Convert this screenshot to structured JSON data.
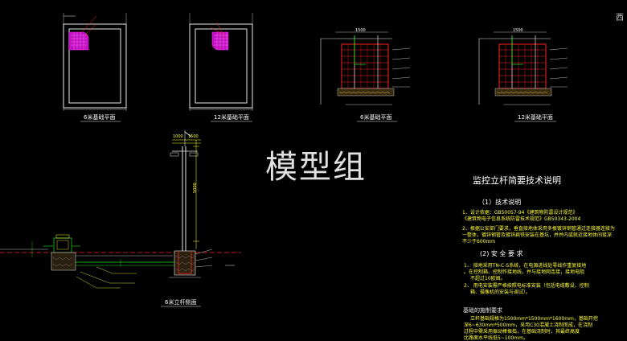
{
  "watermark": "模型组",
  "corner_glyph": "西",
  "plan_captions": [
    "6米基础平面",
    "12米基础平面",
    "6米基础平面",
    "12米基础平面"
  ],
  "elevation_caption": "6米立杆侧面",
  "dims": {
    "base": "1500",
    "pole_h": "5000",
    "top1": "1000",
    "top2": "1500"
  },
  "notes": {
    "title": "监控立杆简要技术说明",
    "section1": "（1）技术说明",
    "s1_lines": [
      "1、设计依据：GB50057-94《建筑物防雷设计规范》",
      "《建筑物电子信息系统防雷技术规范》GB50343-2004",
      "2、根据公安部门要求，垂直接地体采用多根镀锌钢管通过连接器连接为",
      "一整体，镀锌钢管及镀锌扁铁安装在基坑，并并内或就近接地体间接深",
      "不少于600mm"
    ],
    "section2": "(2)    安  全  要  求",
    "s2_lines": [
      "1、    接地采用TN-C-S系统，在电源进线处零线作重复接地",
      "。在控制箱、控制作接地线，并与接地网连接，接地电阻",
      "不超过10欧姆。",
      "2、    用电安装需严格按照电标准安装（包括电缆敷设、控制",
      "箱、摄像机的安装与调试）。"
    ],
    "section3": "基础的施制要求",
    "s3_lines": [
      "立杆基础规格为1500mm*1500mm*1600mm，基础开挖",
      "深6~630mm*500mm，采用C30混凝土浇制而成，在浇制",
      "过程中需采用振动棒振捣，在基础浇制时，其最终高度",
      "比路面水平线低5~100mm。"
    ]
  },
  "colors": {
    "line": "#e6e6e6",
    "red": "#ff2020",
    "green": "#20e020",
    "magenta": "#ff20ff",
    "yellow": "#ffff3a",
    "cyan": "#20e0e0"
  }
}
